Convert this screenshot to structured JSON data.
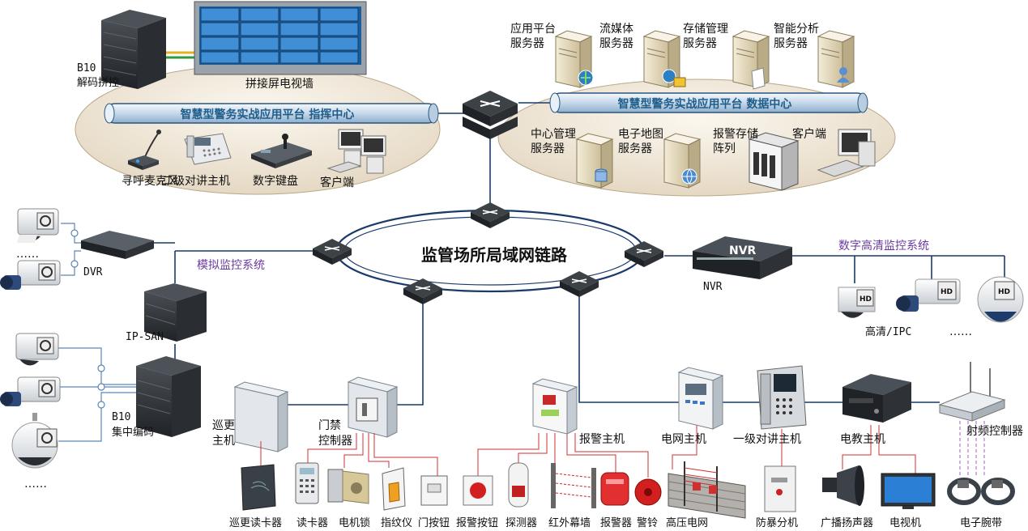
{
  "title": "监管场所局域网链路",
  "command_center": {
    "pipe_label": "智慧型警务实战应用平台  指挥中心",
    "video_wall": "拼接屏电视墙",
    "decoder": "B10\n解码拼控",
    "devices": [
      "寻呼麦克风",
      "二级对讲主机",
      "数字键盘",
      "客户端"
    ]
  },
  "data_center": {
    "pipe_label": "智慧型警务实战应用平台  数据中心",
    "top_servers": [
      "应用平台\n服务器",
      "流媒体\n服务器",
      "存储管理\n服务器",
      "智能分析\n服务器"
    ],
    "bottom_servers": [
      "中心管理\n服务器",
      "电子地图\n服务器",
      "报警存储\n阵列",
      "客户端"
    ]
  },
  "analog": {
    "system_label": "模拟监控系统",
    "dvr": "DVR",
    "ipsan": "IP-SAN",
    "encoder": "B10\n集中编码",
    "dots1": "……",
    "dots2": "……"
  },
  "digital": {
    "system_label": "数字高清监控系统",
    "nvr_badge": "NVR",
    "nvr": "NVR",
    "ipc": "高清/IPC",
    "dots": "……"
  },
  "bottom": {
    "patrol_host": "巡更\n主机",
    "access_controller": "门禁\n控制器",
    "alarm_host": "报警主机",
    "fence_host": "电网主机",
    "intercom1": "一级对讲主机",
    "edu_host": "电教主机",
    "rf_controller": "射频控制器",
    "items": [
      "巡更读卡器",
      "读卡器",
      "电机锁",
      "指纹仪",
      "门按钮",
      "报警按钮",
      "探测器",
      "红外幕墙",
      "报警器",
      "警铃",
      "高压电网",
      "防暴分机",
      "广播扬声器",
      "电视机",
      "电子腕带"
    ]
  },
  "colors": {
    "line": "#1a3a6a",
    "pipe": "#cfe0f0",
    "island": "#efe6d6",
    "red": "#d03030",
    "purple": "#6b3aa0"
  }
}
